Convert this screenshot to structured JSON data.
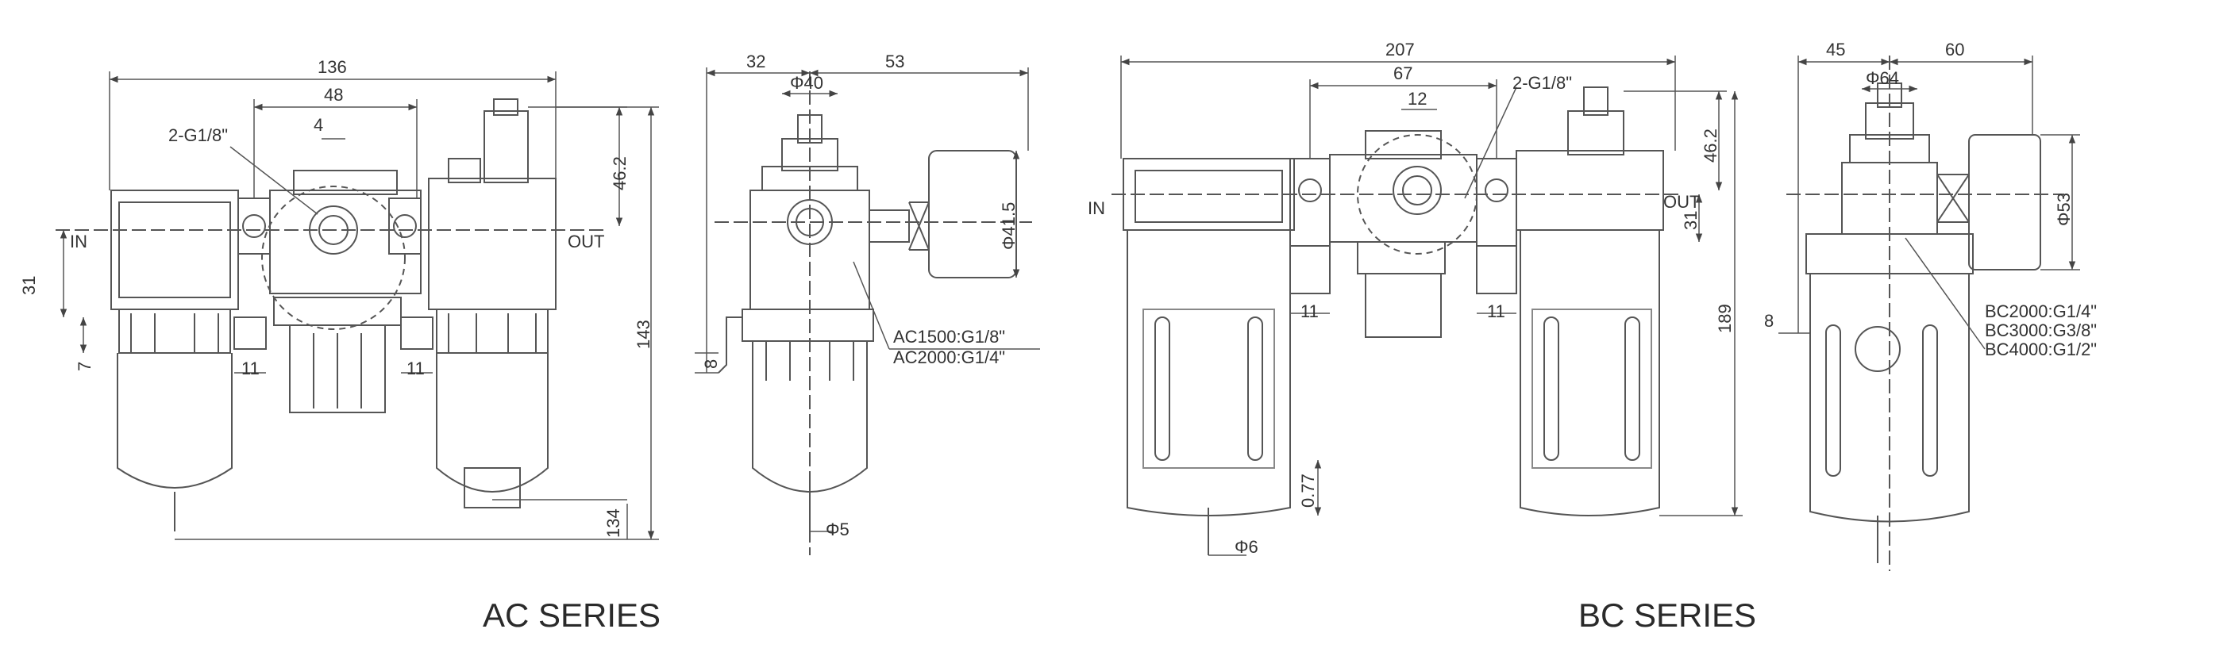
{
  "series": {
    "ac": "AC SERIES",
    "bc": "BC SERIES"
  },
  "ac_front": {
    "width": "136",
    "center_span": "48",
    "port": "2-G1/8\"",
    "dim_4": "4",
    "height_top": "46.2",
    "in": "IN",
    "out": "OUT",
    "dim_31": "31",
    "dim_7": "7",
    "dim_11_left": "11",
    "dim_11_right": "11",
    "total_height": "143",
    "bottom": "134"
  },
  "ac_side": {
    "dim_32": "32",
    "dim_53": "53",
    "dia_40": "Φ40",
    "gauge_dia": "Φ41.5",
    "dim_8": "8",
    "thread_1": "AC1500:G1/8\"",
    "thread_2": "AC2000:G1/4\"",
    "drain_dia": "Φ5"
  },
  "bc_front": {
    "width": "207",
    "center_span": "67",
    "dim_12": "12",
    "port": "2-G1/8\"",
    "height_top": "46.2",
    "in": "IN",
    "out": "OUT",
    "dim_31": "31",
    "dim_11_left": "11",
    "dim_11_right": "11",
    "total_height": "189",
    "dim_077": "0.77",
    "drain_dia": "Φ6"
  },
  "bc_side": {
    "dim_45": "45",
    "dim_60": "60",
    "dia_64": "Φ64",
    "gauge_dia": "Φ53",
    "dim_8": "8",
    "thread_1": "BC2000:G1/4\"",
    "thread_2": "BC3000:G3/8\"",
    "thread_3": "BC4000:G1/2\""
  }
}
